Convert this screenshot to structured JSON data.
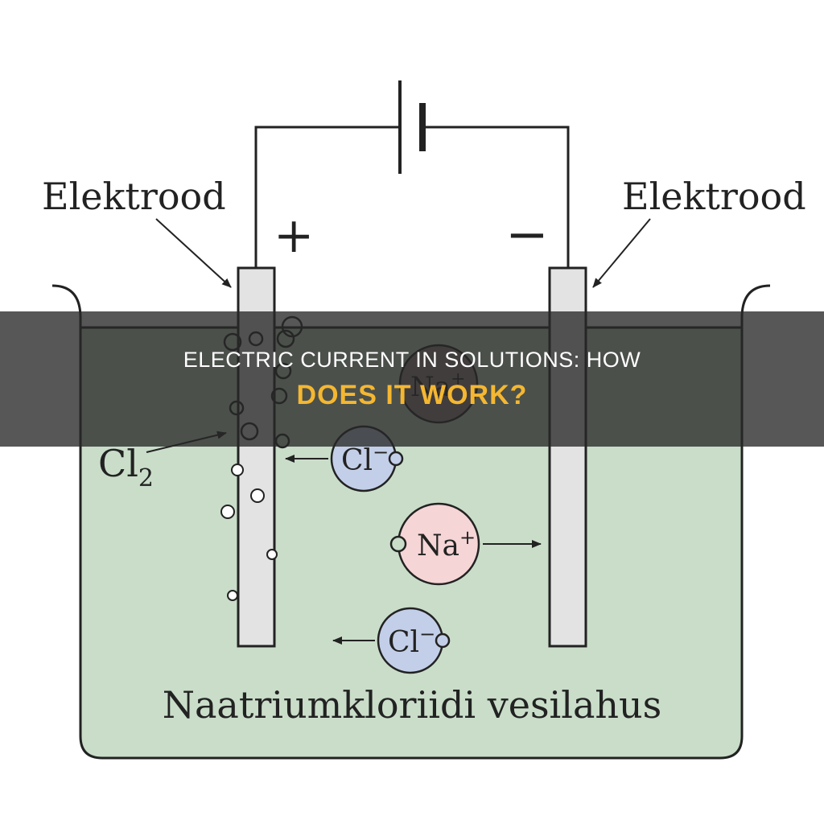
{
  "diagram": {
    "left_electrode_label": "Elektrood",
    "right_electrode_label": "Elektrood",
    "plus_sign": "+",
    "minus_sign": "−",
    "chlorine_gas_label": "Cl",
    "chlorine_gas_subscript": "2",
    "ion_cl_top": "Cl",
    "ion_cl_top_charge": "−",
    "ion_na": "Na",
    "ion_na_charge": "+",
    "ion_cl_bottom": "Cl",
    "ion_cl_bottom_charge": "−",
    "ion_na_top": "Na",
    "ion_na_top_charge": "+",
    "solution_label": "Naatriumkloriidi vesilahus"
  },
  "colors": {
    "solution": "#c9ddc9",
    "electrode": "#e3e3e3",
    "cl_ion": "#c3cfe8",
    "na_ion": "#f6d5d6",
    "banner_title": "#ffffff",
    "banner_highlight": "#f5b731"
  },
  "banner": {
    "line1": "ELECTRIC CURRENT IN SOLUTIONS: HOW",
    "line2": "DOES IT WORK?"
  }
}
